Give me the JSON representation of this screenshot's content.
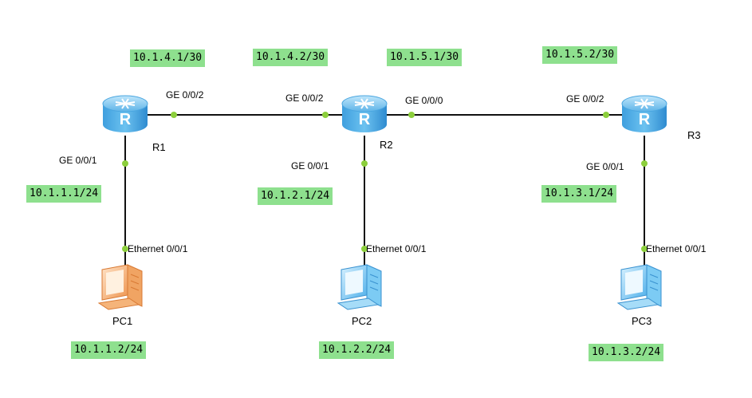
{
  "colors": {
    "ip_label_bg": "#8ee08e",
    "link": "#111111",
    "port_dot": "#8ccf3c",
    "router": "#3a9ad9",
    "pc1": "#f2a465",
    "pc2_pc3": "#6cc2f0"
  },
  "devices": {
    "r1": {
      "name": "R1",
      "icon": "router-icon"
    },
    "r2": {
      "name": "R2",
      "icon": "router-icon"
    },
    "r3": {
      "name": "R3",
      "icon": "router-icon"
    },
    "pc1": {
      "name": "PC1",
      "icon": "pc-icon"
    },
    "pc2": {
      "name": "PC2",
      "icon": "pc-icon"
    },
    "pc3": {
      "name": "PC3",
      "icon": "pc-icon"
    }
  },
  "ports": {
    "r1_ge002": "GE 0/0/2",
    "r1_ge001": "GE 0/0/1",
    "r2_ge002": "GE 0/0/2",
    "r2_ge000": "GE 0/0/0",
    "r2_ge001": "GE 0/0/1",
    "r3_ge002": "GE 0/0/2",
    "r3_ge001": "GE 0/0/1",
    "pc1_eth": "Ethernet 0/0/1",
    "pc2_eth": "Ethernet 0/0/1",
    "pc3_eth": "Ethernet 0/0/1"
  },
  "ips": {
    "r1_r2_r1side": "10.1.4.1/30",
    "r1_r2_r2side": "10.1.4.2/30",
    "r2_r3_r2side": "10.1.5.1/30",
    "r2_r3_r3side": "10.1.5.2/30",
    "r1_lan": "10.1.1.1/24",
    "r2_lan": "10.1.2.1/24",
    "r3_lan": "10.1.3.1/24",
    "pc1": "10.1.1.2/24",
    "pc2": "10.1.2.2/24",
    "pc3": "10.1.3.2/24"
  }
}
